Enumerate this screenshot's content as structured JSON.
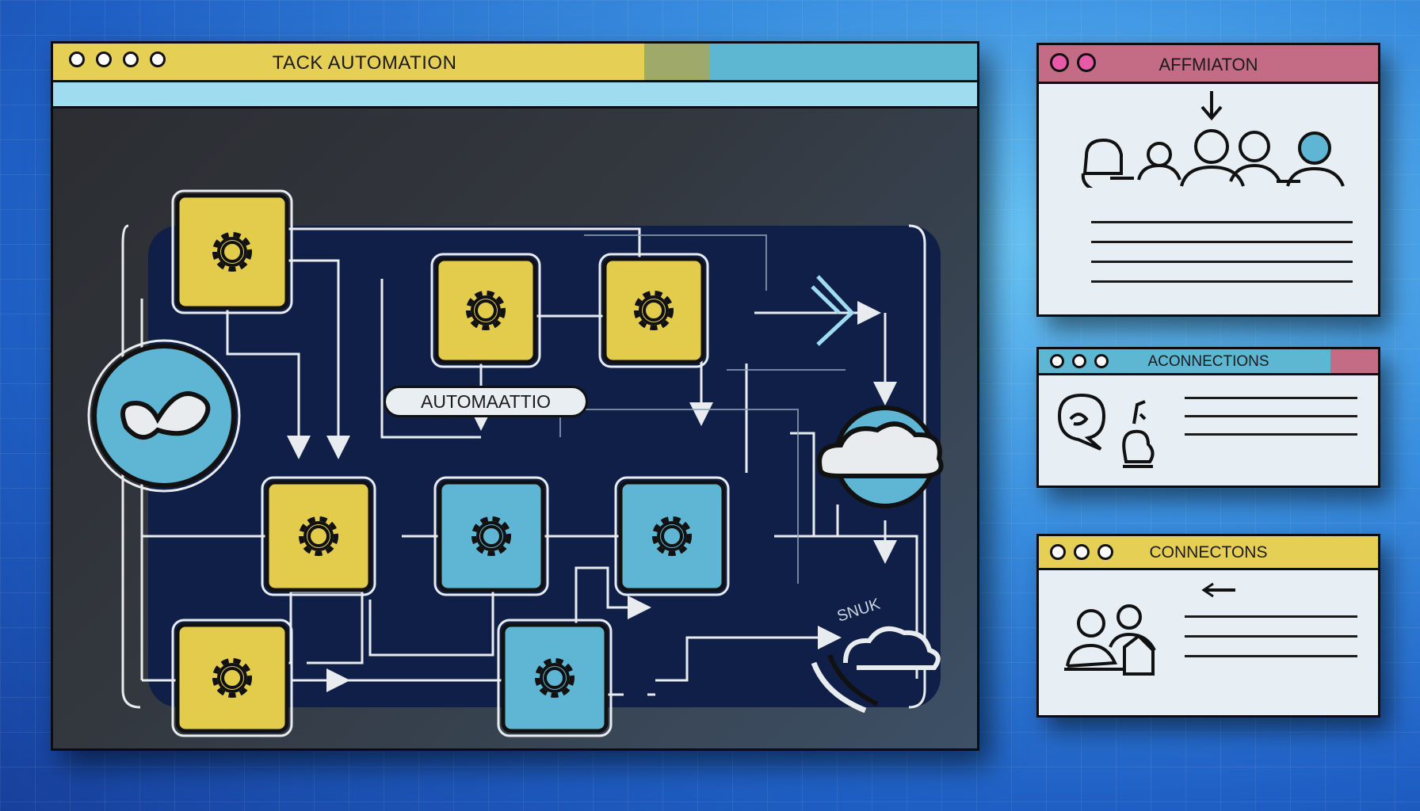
{
  "main_window": {
    "title": "TACK AUTOMATION",
    "flow_label": "AUTOMAATTIO",
    "cloud_caption": "SNUK",
    "colors": {
      "yellow": "#e3cc4c",
      "blue": "#5fb6d4",
      "panel": "#0f1f48"
    }
  },
  "side_windows": [
    {
      "title": "AFFMIATON",
      "accent": "#c46b86",
      "dot_color": "#e85aa8"
    },
    {
      "title": "ACONNECTIONS",
      "accent": "#5db6d2",
      "tab_accent": "#c46b86"
    },
    {
      "title": "CONNECTONS",
      "accent": "#e6cf55"
    }
  ],
  "icons": [
    "gear-icon",
    "checkmark-icon",
    "cloud-icon",
    "send-arrow-icon",
    "users-icon",
    "chat-bubble-icon"
  ]
}
